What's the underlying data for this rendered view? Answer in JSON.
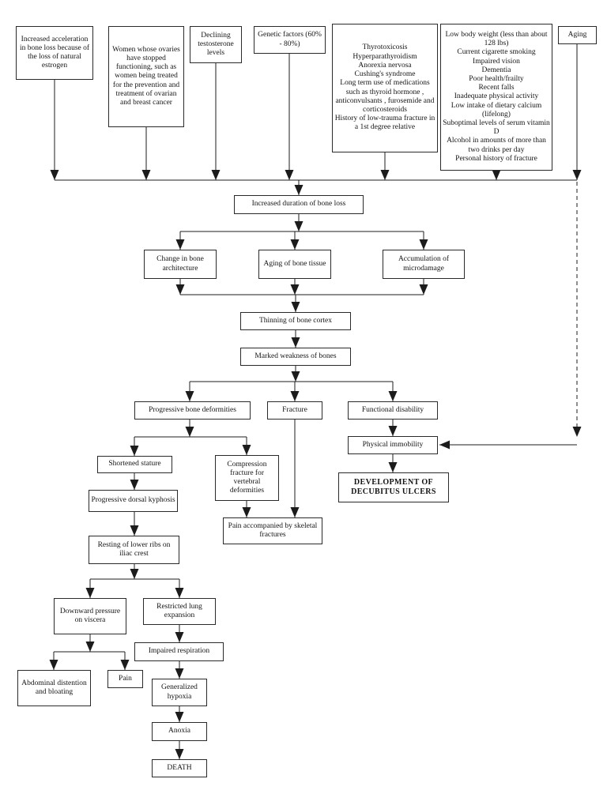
{
  "diagram": {
    "subject": "Osteoporosis pathophysiology flowchart",
    "nodes": {
      "estrogen_loss": {
        "text": "Increased acceleration in bone loss because of the loss of natural estrogen"
      },
      "ovarian_failure": {
        "text": "Women whose ovaries have stopped functioning, such as women being treated for the prevention and treatment of ovarian and breast cancer"
      },
      "testosterone": {
        "text": "Declining testosterone levels"
      },
      "genetic": {
        "text": "Genetic factors (60% - 80%)"
      },
      "endocrine": {
        "text": [
          "Thyrotoxicosis",
          "Hyperparathyroidism",
          "Anorexia nervosa",
          "Cushing's syndrome",
          "Long term use of medications such as thyroid hormone , anticonvulsants , furosemide and corticosteroids",
          "History of low-trauma fracture in a 1st degree relative"
        ]
      },
      "risk_factors": {
        "text": [
          "Low body weight (less than about 128 lbs)",
          "Current cigarette smoking",
          "Impaired vision",
          "Dementia",
          "Poor health/frailty",
          "Recent falls",
          "Inadequate physical activity",
          "Low intake of dietary calcium (lifelong)",
          "Suboptimal levels of serum vitamin D",
          "Alcohol in amounts of more than two drinks per day",
          "Personal history of fracture"
        ]
      },
      "aging": {
        "text": "Aging"
      },
      "bone_loss_duration": {
        "text": "Increased duration of bone loss"
      },
      "bone_architecture": {
        "text": "Change in bone architecture"
      },
      "bone_tissue_aging": {
        "text": "Aging of bone tissue"
      },
      "microdamage": {
        "text": "Accumulation of microdamage"
      },
      "cortex_thinning": {
        "text": "Thinning of bone cortex"
      },
      "bone_weakness": {
        "text": "Marked weakness of bones"
      },
      "bone_deformities": {
        "text": "Progressive bone deformities"
      },
      "fracture": {
        "text": "Fracture"
      },
      "functional_disability": {
        "text": "Functional disability"
      },
      "physical_immobility": {
        "text": "Physical immobility"
      },
      "decubitus_ulcers": {
        "text": [
          "DEVELOPMENT OF",
          "DECUBITUS ULCERS"
        ]
      },
      "shortened_stature": {
        "text": "Shortened stature"
      },
      "compression_fracture": {
        "text": "Compression fracture for vertebral deformities"
      },
      "dorsal_kyphosis": {
        "text": "Progressive dorsal kyphosis"
      },
      "ribs_on_iliac": {
        "text": "Resting of lower ribs on iliac crest"
      },
      "skeletal_pain": {
        "text": "Pain accompanied by skeletal fractures"
      },
      "viscera_pressure": {
        "text": "Downward pressure on viscera"
      },
      "lung_restriction": {
        "text": "Restricted lung expansion"
      },
      "impaired_respiration": {
        "text": "Impaired respiration"
      },
      "abdominal_distention": {
        "text": "Abdominal distention and bloating"
      },
      "pain": {
        "text": "Pain"
      },
      "hypoxia": {
        "text": "Generalized hypoxia"
      },
      "anoxia": {
        "text": "Anoxia"
      },
      "death": {
        "text": "DEATH"
      }
    },
    "edges": [
      {
        "from": "estrogen_loss",
        "to": "bone_loss_duration"
      },
      {
        "from": "ovarian_failure",
        "to": "bone_loss_duration"
      },
      {
        "from": "testosterone",
        "to": "bone_loss_duration"
      },
      {
        "from": "genetic",
        "to": "bone_loss_duration"
      },
      {
        "from": "endocrine",
        "to": "bone_loss_duration"
      },
      {
        "from": "risk_factors",
        "to": "bone_loss_duration"
      },
      {
        "from": "aging",
        "to": "bone_loss_duration"
      },
      {
        "from": "aging",
        "to": "physical_immobility",
        "style": "dashed"
      },
      {
        "from": "bone_loss_duration",
        "to": "bone_architecture"
      },
      {
        "from": "bone_loss_duration",
        "to": "bone_tissue_aging"
      },
      {
        "from": "bone_loss_duration",
        "to": "microdamage"
      },
      {
        "from": "bone_architecture",
        "to": "cortex_thinning"
      },
      {
        "from": "bone_tissue_aging",
        "to": "cortex_thinning"
      },
      {
        "from": "microdamage",
        "to": "cortex_thinning"
      },
      {
        "from": "cortex_thinning",
        "to": "bone_weakness"
      },
      {
        "from": "bone_weakness",
        "to": "bone_deformities"
      },
      {
        "from": "bone_weakness",
        "to": "fracture"
      },
      {
        "from": "bone_weakness",
        "to": "functional_disability"
      },
      {
        "from": "bone_deformities",
        "to": "shortened_stature"
      },
      {
        "from": "bone_deformities",
        "to": "compression_fracture"
      },
      {
        "from": "fracture",
        "to": "skeletal_pain"
      },
      {
        "from": "compression_fracture",
        "to": "skeletal_pain"
      },
      {
        "from": "functional_disability",
        "to": "physical_immobility"
      },
      {
        "from": "physical_immobility",
        "to": "decubitus_ulcers"
      },
      {
        "from": "shortened_stature",
        "to": "dorsal_kyphosis"
      },
      {
        "from": "dorsal_kyphosis",
        "to": "ribs_on_iliac"
      },
      {
        "from": "ribs_on_iliac",
        "to": "viscera_pressure"
      },
      {
        "from": "ribs_on_iliac",
        "to": "lung_restriction"
      },
      {
        "from": "viscera_pressure",
        "to": "abdominal_distention"
      },
      {
        "from": "viscera_pressure",
        "to": "pain"
      },
      {
        "from": "lung_restriction",
        "to": "impaired_respiration"
      },
      {
        "from": "impaired_respiration",
        "to": "hypoxia"
      },
      {
        "from": "hypoxia",
        "to": "anoxia"
      },
      {
        "from": "anoxia",
        "to": "death"
      }
    ],
    "colors": {
      "background": "#ffffff",
      "line": "#1c1c1c",
      "box_border": "#2a2a2a",
      "text": "#141414"
    }
  }
}
